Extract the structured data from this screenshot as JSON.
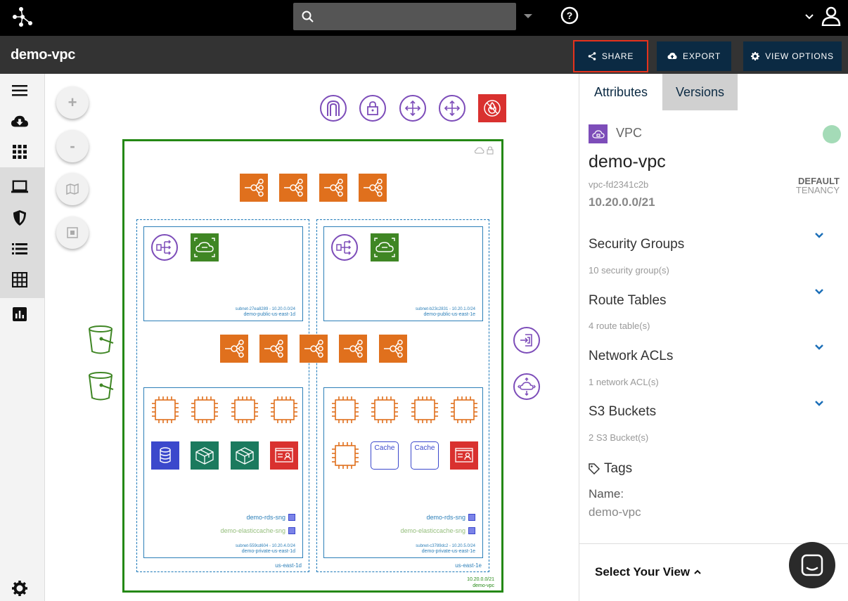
{
  "topbar": {
    "search_placeholder": "",
    "logo": "graph-logo-icon",
    "help_icon": "question-circle-icon",
    "user_icon": "user-icon"
  },
  "titlebar": {
    "title": "demo-vpc",
    "share_label": "SHARE",
    "export_label": "EXPORT",
    "view_options_label": "VIEW OPTIONS",
    "share_highlight_color": "#e4321d"
  },
  "sidebar": {
    "items": [
      "menu-icon",
      "cloud-download-icon",
      "grid-icon",
      "laptop-icon",
      "shield-icon",
      "list-icon",
      "table-icon",
      "bar-chart-icon",
      "settings-icon"
    ]
  },
  "canvas": {
    "zoom_in": "+",
    "zoom_out": "-",
    "subnets": [
      {
        "id": "subnet-27ea8289 - 10.20.0.0/24",
        "name": "demo-public-us-east-1d"
      },
      {
        "id": "subnet-b23c2831 - 10.20.1.0/24",
        "name": "demo-public-us-east-1e"
      },
      {
        "id": "subnet-559cd604 - 10.20.4.0/24",
        "name": "demo-private-us-east-1d"
      },
      {
        "id": "subnet-c3789dc2 - 10.20.5.0/24",
        "name": "demo-private-us-east-1e"
      }
    ],
    "security_groups": {
      "rds": "demo-rds-sng",
      "cache": "demo-elasticcache-sng"
    },
    "azs": [
      "us-east-1d",
      "us-east-1e"
    ],
    "vpc_cidr": "10.20.0.0/21",
    "vpc_name": "demo-vpc",
    "cache_label": "Cache"
  },
  "panel": {
    "tabs": [
      "Attributes",
      "Versions"
    ],
    "type": "VPC",
    "name": "demo-vpc",
    "id": "vpc-fd2341c2b",
    "tenancy_value": "DEFAULT",
    "tenancy_label": "TENANCY",
    "cidr": "10.20.0.0/21",
    "sections": [
      {
        "title": "Security Groups",
        "summary": "10 security group(s)"
      },
      {
        "title": "Route Tables",
        "summary": "4 route table(s)"
      },
      {
        "title": "Network ACLs",
        "summary": "1 network ACL(s)"
      },
      {
        "title": "S3 Buckets",
        "summary": "2 S3 Bucket(s)"
      }
    ],
    "tags_title": "Tags",
    "tag_key": "Name",
    "tag_value": "demo-vpc",
    "select_view": "Select Your View",
    "status_color": "#a4dbb7"
  }
}
